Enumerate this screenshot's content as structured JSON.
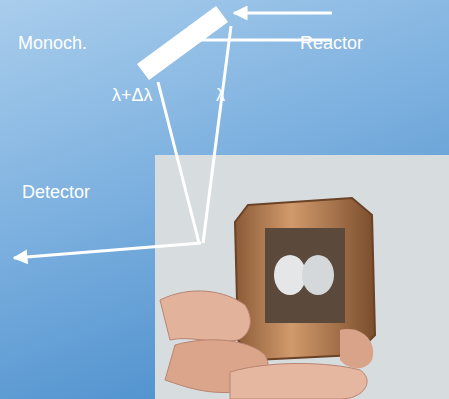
{
  "diagram": {
    "labels": [
      "Monoch.",
      "Reactor",
      "λ+Δλ",
      "λ",
      "Detector"
    ]
  }
}
